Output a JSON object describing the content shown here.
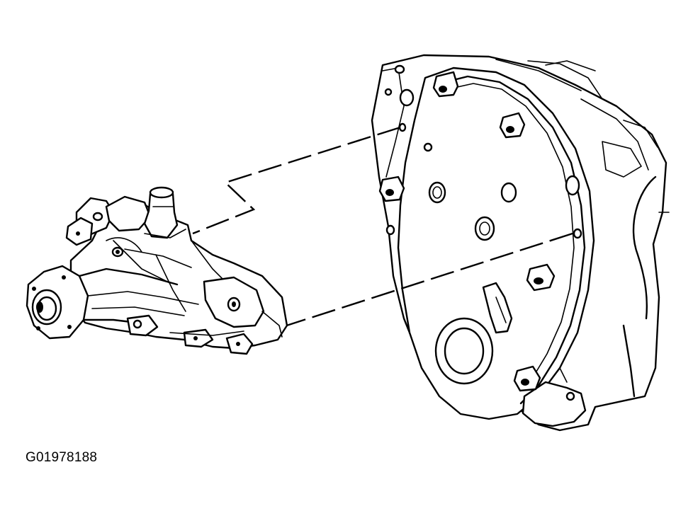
{
  "figure": {
    "id_label": "G01978188",
    "components": [
      "water-pump",
      "engine-front-cover",
      "mounting-bolts",
      "alignment-leader-lines"
    ]
  }
}
